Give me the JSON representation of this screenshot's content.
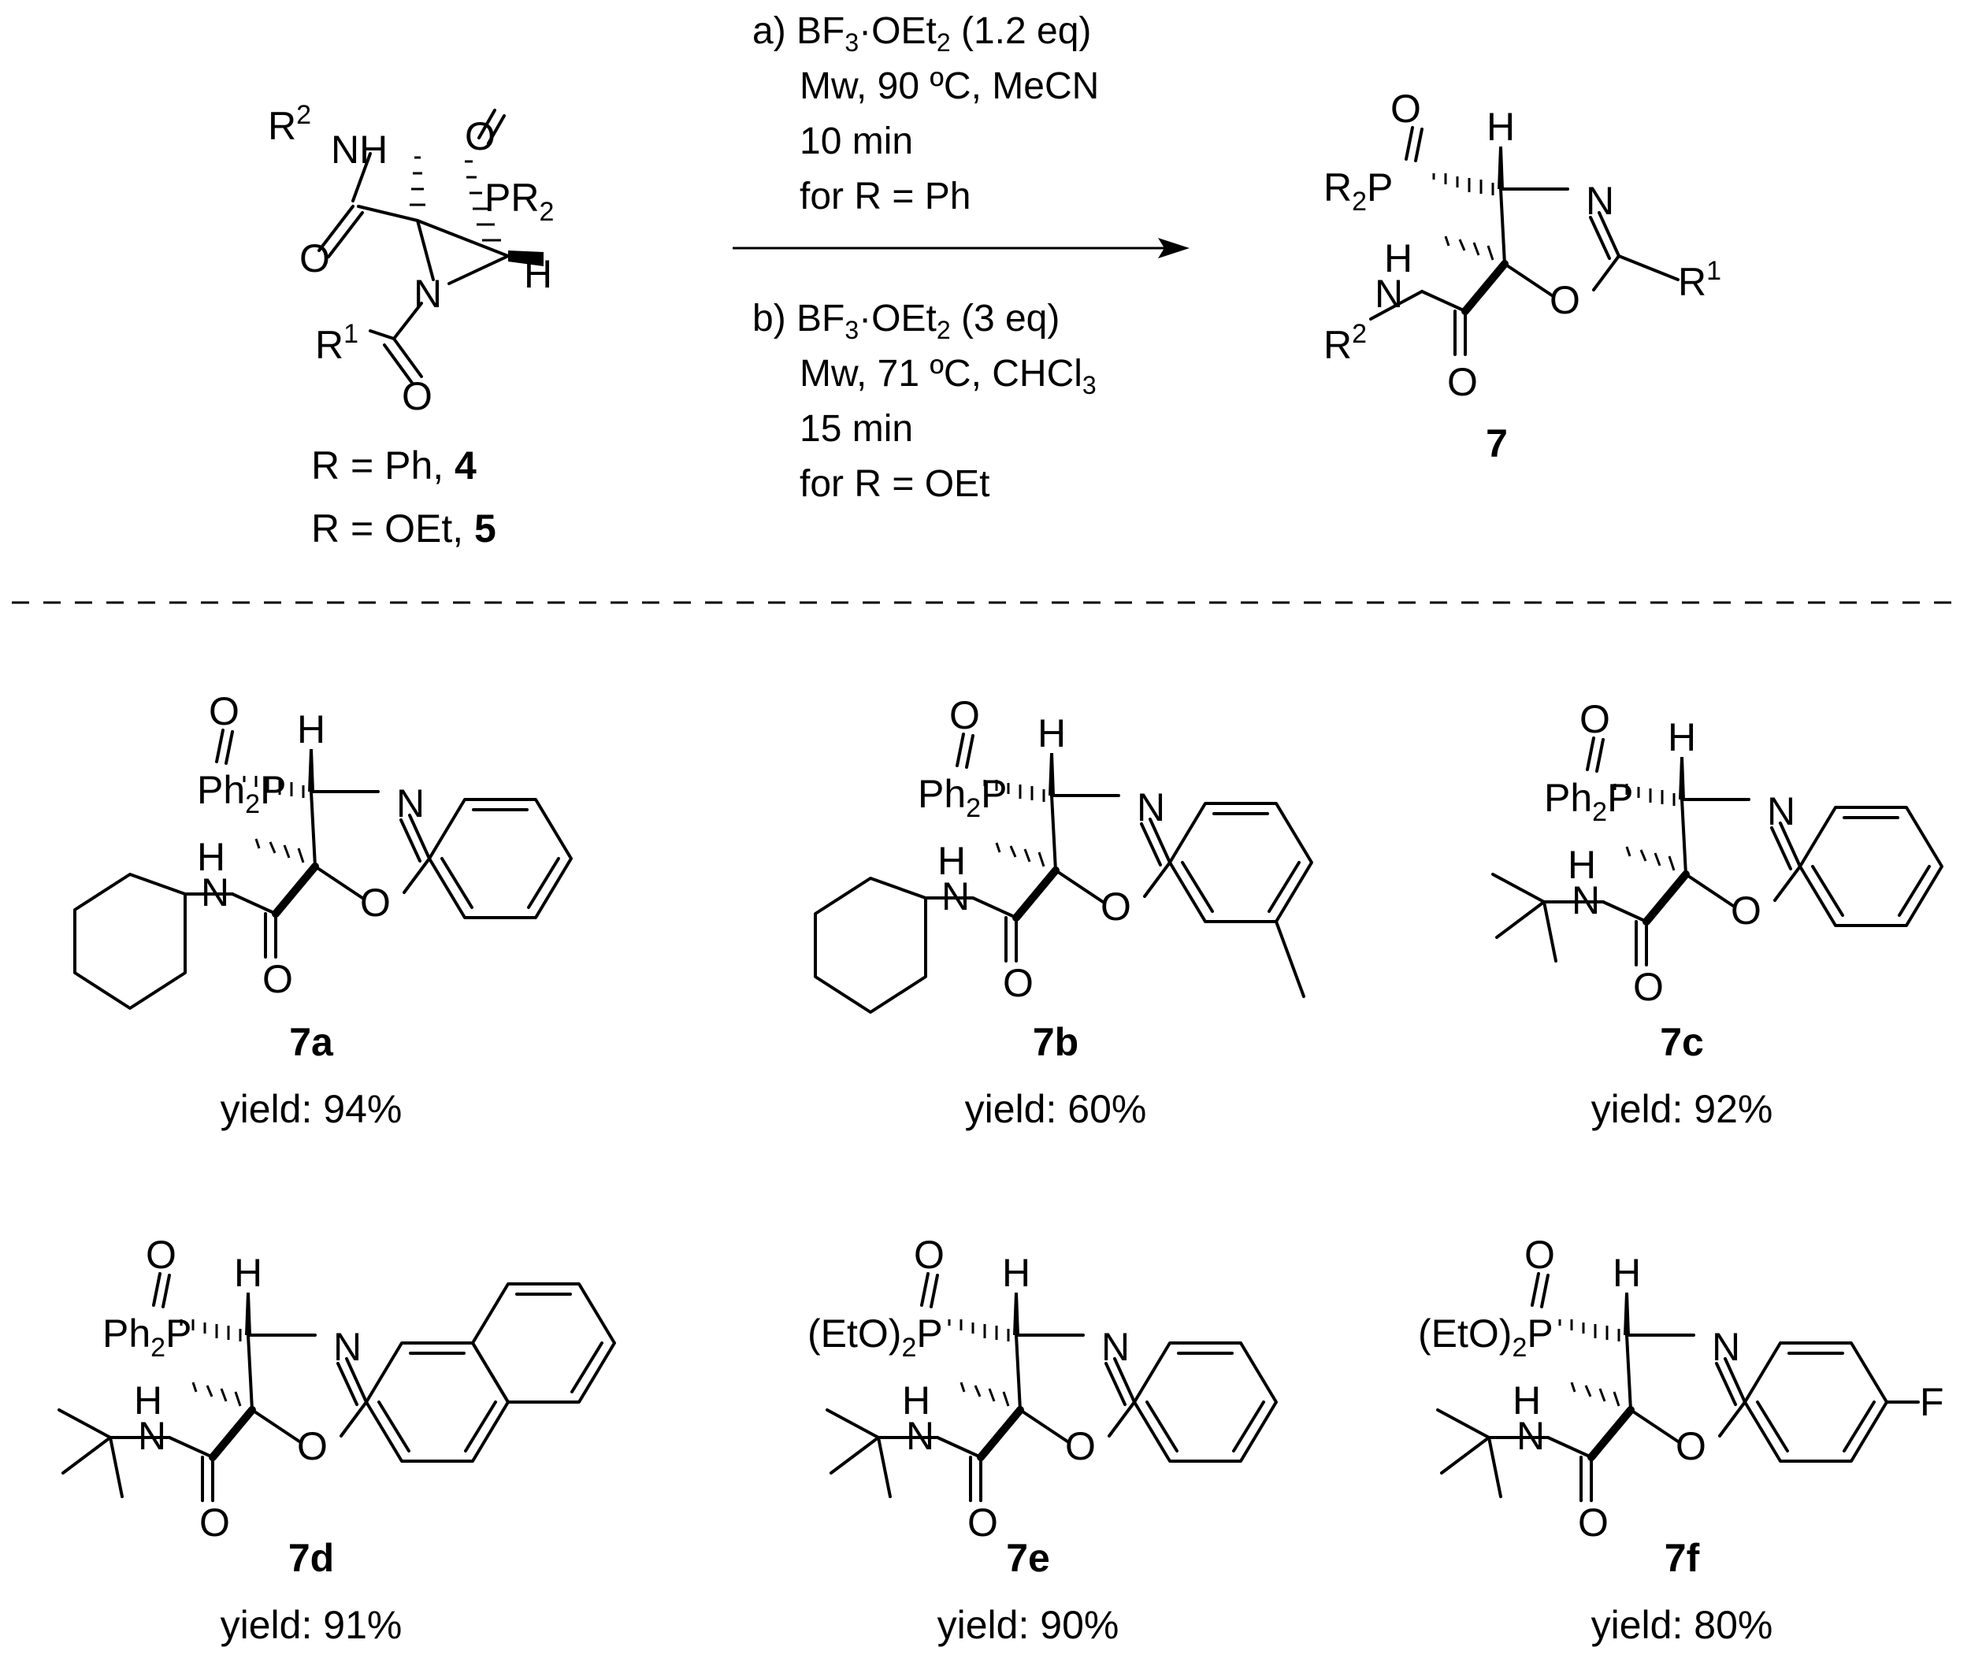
{
  "scheme": {
    "reactant": {
      "label_r2": "R",
      "sup_2": "2",
      "label_nh": "NH",
      "label_o": "O",
      "label_p": "PR",
      "sub_2": "2",
      "label_h": "H",
      "label_n": "N",
      "label_r1": "R",
      "sup_1": "1",
      "line1_prefix": "R = Ph, ",
      "line1_num": "4",
      "line2_prefix": "R = OEt, ",
      "line2_num": "5"
    },
    "conditions_a": {
      "l1_pre": "a) BF",
      "l1_sub3": "3",
      "l1_mid": "·OEt",
      "l1_sub2": "2",
      "l1_post": " (1.2 eq)",
      "l2": "Mw, 90 ºC, MeCN",
      "l3": "10 min",
      "l4": "for R = Ph"
    },
    "conditions_b": {
      "l1_pre": "b) BF",
      "l1_sub3": "3",
      "l1_mid": "·OEt",
      "l1_sub2": "2",
      "l1_post": " (3 eq)",
      "l2_pre": "Mw, 71 ºC, CHCl",
      "l2_sub": "3",
      "l3": "15 min",
      "l4": "for R = OEt"
    },
    "product": {
      "label_p": "R",
      "sub_2": "2",
      "p": "P",
      "number": "7",
      "label_n": "N",
      "label_o": "O",
      "label_r1": "R",
      "sup_1": "1",
      "label_h": "H",
      "label_r2": "R",
      "sup_2": "2"
    }
  },
  "compounds": [
    {
      "id": "7a",
      "phos": "Ph",
      "phos_sub": "2",
      "yield": "yield: 94%"
    },
    {
      "id": "7b",
      "phos": "Ph",
      "phos_sub": "2",
      "yield": "yield: 60%"
    },
    {
      "id": "7c",
      "phos": "Ph",
      "phos_sub": "2",
      "yield": "yield: 92%"
    },
    {
      "id": "7d",
      "phos": "Ph",
      "phos_sub": "2",
      "yield": "yield: 91%"
    },
    {
      "id": "7e",
      "phos": "(EtO)",
      "phos_sub": "2",
      "yield": "yield: 90%"
    },
    {
      "id": "7f",
      "phos": "(EtO)",
      "phos_sub": "2",
      "yield": "yield: 80%",
      "para_sub": "F"
    }
  ],
  "atoms": {
    "O": "O",
    "N": "N",
    "H": "H",
    "P": "P"
  }
}
